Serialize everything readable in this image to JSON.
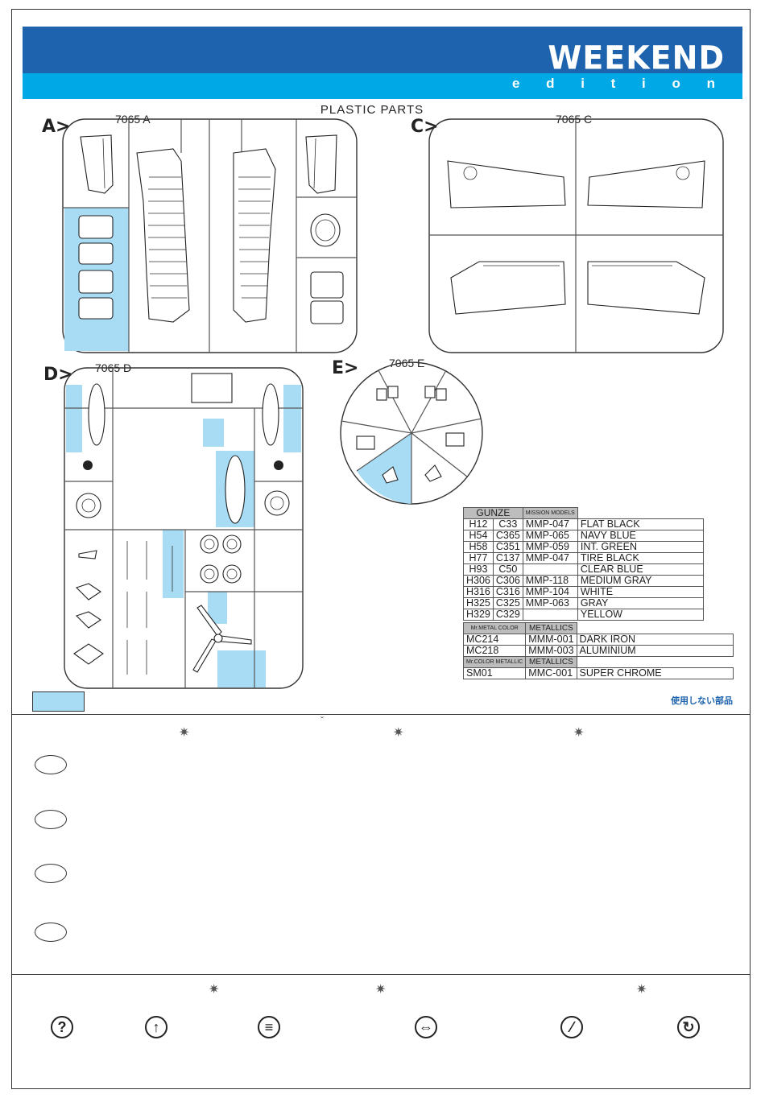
{
  "header": {
    "brand": "WEEKEND",
    "edition": "e d i t i o n"
  },
  "plastic_parts_title": "PLASTIC PARTS",
  "sprues": [
    {
      "letter": "A>",
      "code": "7065 A"
    },
    {
      "letter": "C>",
      "code": "7065 C"
    },
    {
      "letter": "D>",
      "code": "7065 D"
    },
    {
      "letter": "E>",
      "code": "7065 E"
    }
  ],
  "color_table": {
    "headers": {
      "gunze": "GUNZE",
      "mission": "MISSION MODELS"
    },
    "rows": [
      [
        "H12",
        "C33",
        "MMP-047",
        "FLAT BLACK"
      ],
      [
        "H54",
        "C365",
        "MMP-065",
        "NAVY BLUE"
      ],
      [
        "H58",
        "C351",
        "MMP-059",
        "INT. GREEN"
      ],
      [
        "H77",
        "C137",
        "MMP-047",
        "TIRE BLACK"
      ],
      [
        "H93",
        "C50",
        "",
        "CLEAR BLUE"
      ],
      [
        "H306",
        "C306",
        "MMP-118",
        "MEDIUM GRAY"
      ],
      [
        "H316",
        "C316",
        "MMP-104",
        "WHITE"
      ],
      [
        "H325",
        "C325",
        "MMP-063",
        "GRAY"
      ],
      [
        "H329",
        "C329",
        "",
        "YELLOW"
      ]
    ],
    "metal_header": {
      "brand": "Mr.METAL COLOR",
      "label": "METALLICS"
    },
    "metal_rows": [
      [
        "MC214",
        "MMM-001",
        "DARK IRON"
      ],
      [
        "MC218",
        "MMM-003",
        "ALUMINIUM"
      ]
    ],
    "mrcolor_header": {
      "brand": "Mr.COLOR METALLIC",
      "label": "METALLICS"
    },
    "mrcolor_rows": [
      [
        "SM01",
        "MMC-001",
        "SUPER CHROME"
      ]
    ]
  },
  "legend": {
    "unused_jp": "使用しない部品"
  },
  "symbols": {
    "star": "✷",
    "caret": "ˇ",
    "question": "?",
    "arrow_up": "↑",
    "drill": "≡",
    "arrow_lr": "⇔",
    "cut": "⁄",
    "repeat": "↻"
  }
}
